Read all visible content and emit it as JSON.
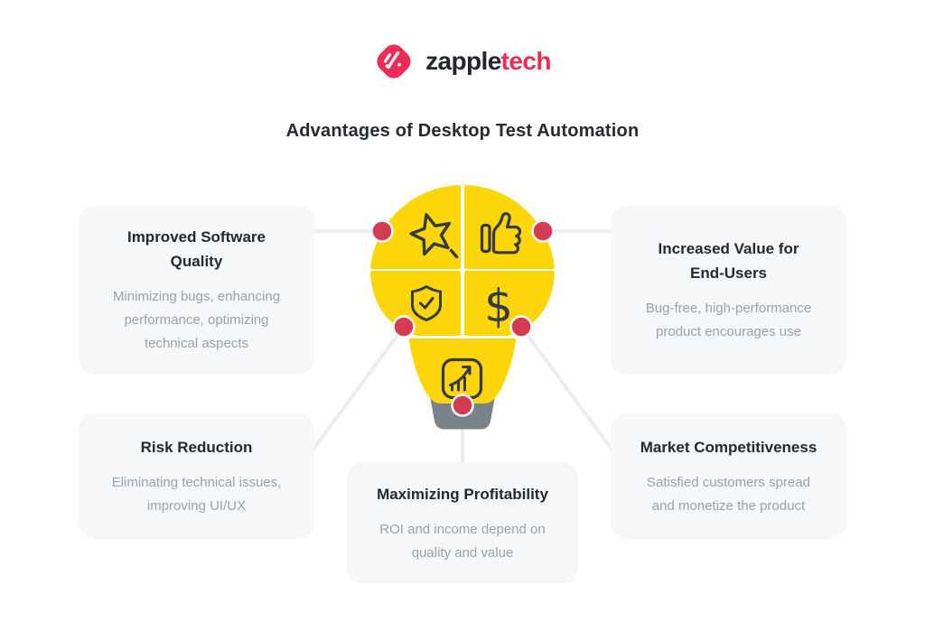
{
  "brand": {
    "name_left": "zapple",
    "name_right": "tech"
  },
  "title": "Advantages of Desktop Test Automation",
  "colors": {
    "yellow": "#FCD50A",
    "dot_red": "#D23B50",
    "brand_pink": "#EE2B57",
    "brand_dark": "#23272B",
    "base_gray": "#79818A",
    "line_gray": "#EAECEF",
    "card_bg": "#F6F7F9",
    "heading": "#23292F",
    "body_text": "#99A1AB",
    "icon_stroke": "#343A42",
    "title_color": "#252B33"
  },
  "bulb": {
    "dollar_glyph": "$",
    "segments": [
      {
        "icon": "magic-star-icon"
      },
      {
        "icon": "thumbs-up-icon"
      },
      {
        "icon": "shield-check-icon"
      },
      {
        "icon": "dollar-sign-icon"
      },
      {
        "icon": "growth-chart-icon"
      }
    ]
  },
  "cards": [
    {
      "id": "improved-software-quality",
      "title_line1": "Improved Software",
      "title_line2": "Quality",
      "body_line1": "Minimizing bugs, enhancing",
      "body_line2": "performance, optimizing",
      "body_line3": "technical aspects"
    },
    {
      "id": "increased-value-for-end-users",
      "title_line1": "Increased Value for",
      "title_line2": "End-Users",
      "body_line1": "Bug-free, high-performance",
      "body_line2": "product encourages use"
    },
    {
      "id": "risk-reduction",
      "title_line1": "Risk Reduction",
      "body_line1": "Eliminating technical issues,",
      "body_line2": "improving UI/UX"
    },
    {
      "id": "market-competitiveness",
      "title_line1": "Market Competitiveness",
      "body_line1": "Satisfied customers spread",
      "body_line2": "and monetize the product"
    },
    {
      "id": "maximizing-profitability",
      "title_line1": "Maximizing Profitability",
      "body_line1": "ROI and income depend on",
      "body_line2": "quality and value"
    }
  ]
}
